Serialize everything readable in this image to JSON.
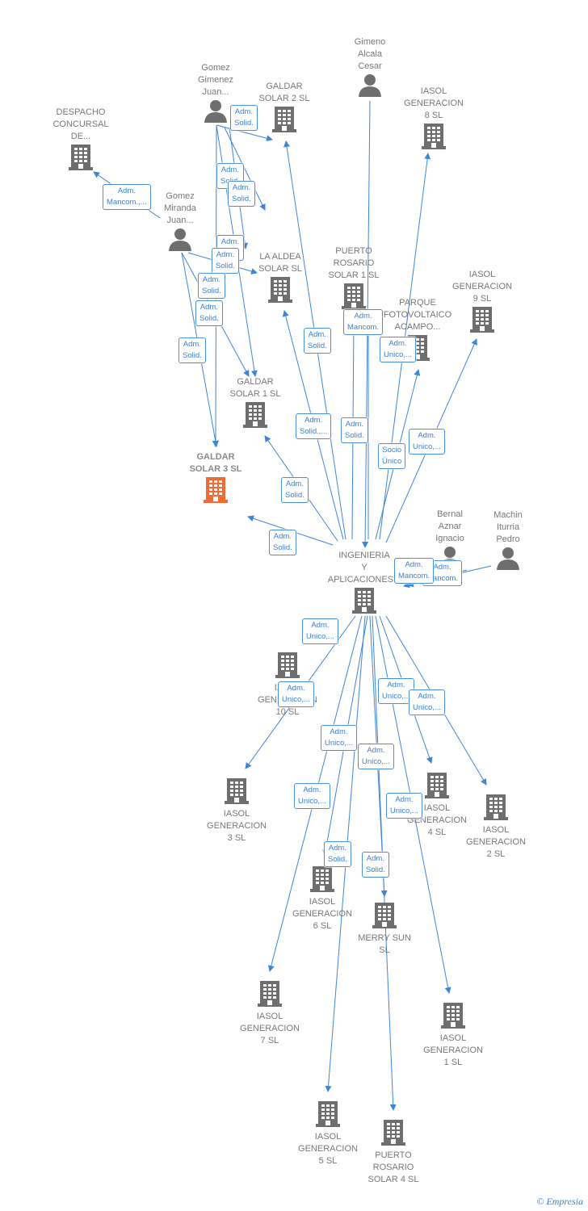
{
  "colors": {
    "edge": "#3d85d6",
    "building": "#6e6e6e",
    "highlight": "#f26a36",
    "person": "#6e6e6e"
  },
  "nodes": [
    {
      "id": "gimeno",
      "kind": "person",
      "label": "Gimeno\nAlcala\nCesar"
    },
    {
      "id": "gomez-gimenez",
      "kind": "person",
      "label": "Gomez\nGimenez\nJuan..."
    },
    {
      "id": "galdar2",
      "kind": "building",
      "label": "GALDAR\nSOLAR 2  SL"
    },
    {
      "id": "iasol8",
      "kind": "building",
      "label": "IASOL\nGENERACION\n8  SL"
    },
    {
      "id": "despacho",
      "kind": "building",
      "label": "DESPACHO\nCONCURSAL\nDE..."
    },
    {
      "id": "gomez-miranda",
      "kind": "person",
      "label": "Gomez\nMiranda\nJuan..."
    },
    {
      "id": "aldea",
      "kind": "building",
      "label": "LA ALDEA\nSOLAR  SL"
    },
    {
      "id": "rosario1",
      "kind": "building",
      "label": "PUERTO\nROSARIO\nSOLAR 1  SL"
    },
    {
      "id": "iasol9",
      "kind": "building",
      "label": "IASOL\nGENERACION\n9  SL"
    },
    {
      "id": "parque",
      "kind": "building",
      "label": "PARQUE\nFOTOVOLTAICO\nACAMPO..."
    },
    {
      "id": "galdar1",
      "kind": "building",
      "label": "GALDAR\nSOLAR 1  SL"
    },
    {
      "id": "galdar3",
      "kind": "building",
      "label": "GALDAR\nSOLAR 3  SL",
      "highlight": true
    },
    {
      "id": "bernal",
      "kind": "person",
      "label": "Bernal\nAznar\nIgnacio"
    },
    {
      "id": "machin",
      "kind": "person",
      "label": "Machin\nIturria\nPedro"
    },
    {
      "id": "ingenieria",
      "kind": "building",
      "label": "INGENIERIA\nY\nAPLICACIONES..."
    },
    {
      "id": "iasol10",
      "kind": "building",
      "label": "IASOL\nGENERACION\n10  SL"
    },
    {
      "id": "iasol3",
      "kind": "building",
      "label": "IASOL\nGENERACION\n3  SL"
    },
    {
      "id": "iasol4",
      "kind": "building",
      "label": "IASOL\nGENERACION\n4  SL"
    },
    {
      "id": "iasol2",
      "kind": "building",
      "label": "IASOL\nGENERACION\n2  SL"
    },
    {
      "id": "iasol6",
      "kind": "building",
      "label": "IASOL\nGENERACION\n6  SL"
    },
    {
      "id": "merry",
      "kind": "building",
      "label": "MERRY SUN\nSL"
    },
    {
      "id": "iasol7",
      "kind": "building",
      "label": "IASOL\nGENERACION\n7  SL"
    },
    {
      "id": "iasol1",
      "kind": "building",
      "label": "IASOL\nGENERACION\n1  SL"
    },
    {
      "id": "iasol5",
      "kind": "building",
      "label": "IASOL\nGENERACION\n5  SL"
    },
    {
      "id": "rosario4",
      "kind": "building",
      "label": "PUERTO\nROSARIO\nSOLAR 4  SL"
    }
  ],
  "relations": [
    "Adm.\nSolid.",
    "Adm.\nSolid.",
    "Adm.\nSolid.",
    "Adm.\nMancom.,...",
    "Adm.\nSolid.",
    "Adm.\nSolid.",
    "Adm.\nSolid.",
    "Adm.\nSolid.",
    "Adm.\nSolid.",
    "Adm.\nSolid.",
    "Adm.\nMancom.",
    "Adm.\nUnico,...",
    "Adm.\nSolid.,...",
    "Adm.\nSolid.",
    "Socio\nÚnico",
    "Adm.\nUnico,...",
    "Adm.\nSolid.",
    "Adm.\nSolid.",
    "Adm.\nMancom.",
    "Adm.\nMancom.",
    "Adm.\nUnico,...",
    "Adm.\nUnico,...",
    "Adm.\nUnico,...",
    "Adm.\nUnico,...",
    "Adm.\nUnico,...",
    "Adm.\nSolid.",
    "Adm.\nUnico,...",
    "Adm.\nUnico,...",
    "Adm.\nUnico,...",
    "Adm.\nSolid."
  ],
  "footer": {
    "copyright": "©",
    "brand": "Empresia"
  }
}
